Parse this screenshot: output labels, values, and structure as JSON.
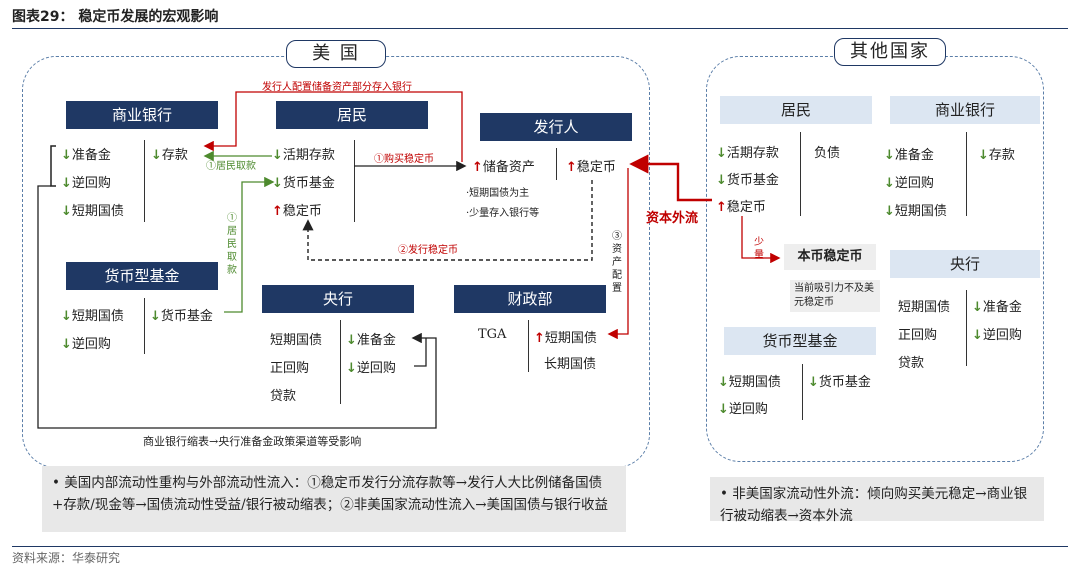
{
  "figure_title": "图表29：  稳定币发展的宏观影响",
  "source": "资料来源：华泰研究",
  "region_us": "美 国",
  "region_other": "其他国家",
  "us": {
    "commercial_bank": {
      "title": "商业银行",
      "reserve": "准备金",
      "repo": "逆回购",
      "tbill": "短期国债",
      "deposit": "存款"
    },
    "resident": {
      "title": "居民",
      "demand_deposit": "活期存款",
      "mmf": "货币基金",
      "stablecoin": "稳定币"
    },
    "issuer": {
      "title": "发行人",
      "reserve_assets": "储备资产",
      "stablecoin": "稳定币",
      "note1": "·短期国债为主",
      "note2": "·少量存入银行等"
    },
    "mmf": {
      "title": "货币型基金",
      "tbill": "短期国债",
      "repo": "逆回购",
      "mmf": "货币基金"
    },
    "central_bank": {
      "title": "央行",
      "tbill": "短期国债",
      "repo": "正回购",
      "loan": "贷款",
      "reserve": "准备金",
      "reverse_repo": "逆回购"
    },
    "treasury": {
      "title": "财政部",
      "tga": "TGA",
      "tbill": "短期国债",
      "tnote": "长期国债"
    },
    "flow_top": "发行人配置储备资产部分存入银行",
    "flow_1_buy": "①购买稳定币",
    "flow_1_withdraw": "①居民取款",
    "flow_1_vertical": "①居民取款",
    "flow_2": "②发行稳定币",
    "flow_3": "③资产配置",
    "flow_bottom": "商业银行缩表→央行准备金政策渠道等受影响",
    "capital_outflow": "资本外流"
  },
  "other": {
    "resident": {
      "title": "居民",
      "demand_deposit": "活期存款",
      "mmf": "货币基金",
      "stablecoin": "稳定币",
      "liability": "负债"
    },
    "commercial_bank": {
      "title": "商业银行",
      "reserve": "准备金",
      "repo": "逆回购",
      "tbill": "短期国债",
      "deposit": "存款"
    },
    "local_stablecoin": {
      "title": "本币稳定币",
      "note": "当前吸引力不及美元稳定币",
      "small": "少量"
    },
    "central_bank": {
      "title": "央行",
      "tbill": "短期国债",
      "repo": "正回购",
      "loan": "贷款",
      "reserve": "准备金",
      "reverse_repo": "逆回购"
    },
    "mmf": {
      "title": "货币型基金",
      "tbill": "短期国债",
      "repo": "逆回购",
      "mmf": "货币基金"
    }
  },
  "note_us": "• 美国内部流动性重构与外部流动性流入：①稳定币发行分流存款等→发行人大比例储备国债+存款/现金等→国债流动性受益/银行被动缩表；②非美国家流动性流入→美国国债与银行收益",
  "note_other": "• 非美国家流动性外流：倾向购买美元稳定→商业银行被动缩表→资本外流",
  "colors": {
    "navy": "#1f3864",
    "red": "#c00000",
    "green": "#4d8a2e",
    "light": "#dce6f2"
  }
}
